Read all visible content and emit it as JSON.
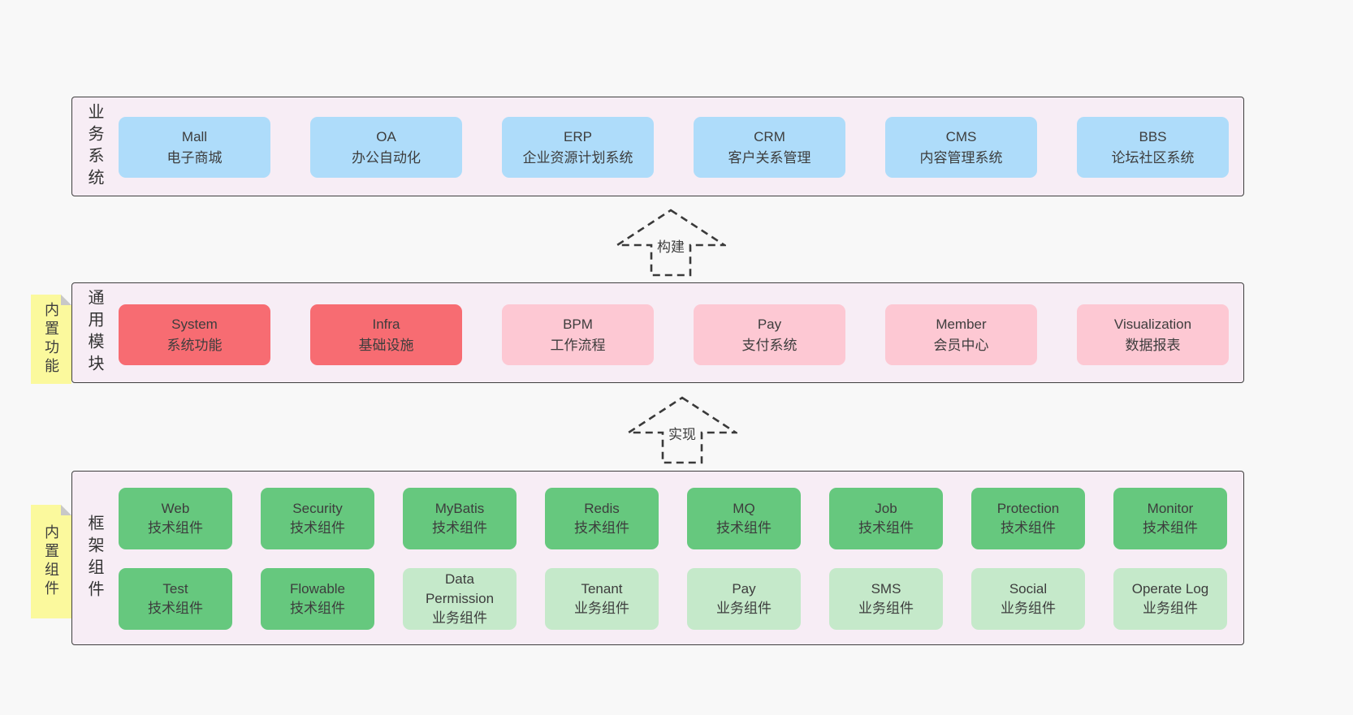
{
  "colors": {
    "page_bg": "#f8f8f8",
    "panel_bg": "#f7edf5",
    "panel_border": "#3f3f3f",
    "blue": "#aedcfa",
    "red": "#f76c72",
    "pink": "#fdc8d3",
    "green": "#66c87e",
    "light_green": "#c5e9ca",
    "sticky_yellow": "#fbf99d",
    "sticky_fold": "#c8c8c8",
    "text": "#3d3d3d",
    "arrow_stroke": "#3a3a3a"
  },
  "arrows": {
    "build": {
      "label": "构建"
    },
    "implement": {
      "label": "实现"
    }
  },
  "layers": {
    "business": {
      "label": "业务系统",
      "boxes": [
        {
          "title": "Mall",
          "subtitle": "电子商城"
        },
        {
          "title": "OA",
          "subtitle": "办公自动化"
        },
        {
          "title": "ERP",
          "subtitle": "企业资源计划系统"
        },
        {
          "title": "CRM",
          "subtitle": "客户关系管理"
        },
        {
          "title": "CMS",
          "subtitle": "内容管理系统"
        },
        {
          "title": "BBS",
          "subtitle": "论坛社区系统"
        }
      ]
    },
    "modules": {
      "label": "通用模块",
      "sticky": "内置功能",
      "boxes": [
        {
          "title": "System",
          "subtitle": "系统功能"
        },
        {
          "title": "Infra",
          "subtitle": "基础设施"
        },
        {
          "title": "BPM",
          "subtitle": "工作流程"
        },
        {
          "title": "Pay",
          "subtitle": "支付系统"
        },
        {
          "title": "Member",
          "subtitle": "会员中心"
        },
        {
          "title": "Visualization",
          "subtitle": "数据报表"
        }
      ]
    },
    "components": {
      "label": "框架组件",
      "sticky": "内置组件",
      "row1": [
        {
          "title": "Web",
          "subtitle": "技术组件"
        },
        {
          "title": "Security",
          "subtitle": "技术组件"
        },
        {
          "title": "MyBatis",
          "subtitle": "技术组件"
        },
        {
          "title": "Redis",
          "subtitle": "技术组件"
        },
        {
          "title": "MQ",
          "subtitle": "技术组件"
        },
        {
          "title": "Job",
          "subtitle": "技术组件"
        },
        {
          "title": "Protection",
          "subtitle": "技术组件"
        },
        {
          "title": "Monitor",
          "subtitle": "技术组件"
        }
      ],
      "row2": [
        {
          "title": "Test",
          "subtitle": "技术组件"
        },
        {
          "title": "Flowable",
          "subtitle": "技术组件"
        },
        {
          "title": "Data Permission",
          "subtitle": "业务组件"
        },
        {
          "title": "Tenant",
          "subtitle": "业务组件"
        },
        {
          "title": "Pay",
          "subtitle": "业务组件"
        },
        {
          "title": "SMS",
          "subtitle": "业务组件"
        },
        {
          "title": "Social",
          "subtitle": "业务组件"
        },
        {
          "title": "Operate Log",
          "subtitle": "业务组件"
        }
      ]
    }
  }
}
